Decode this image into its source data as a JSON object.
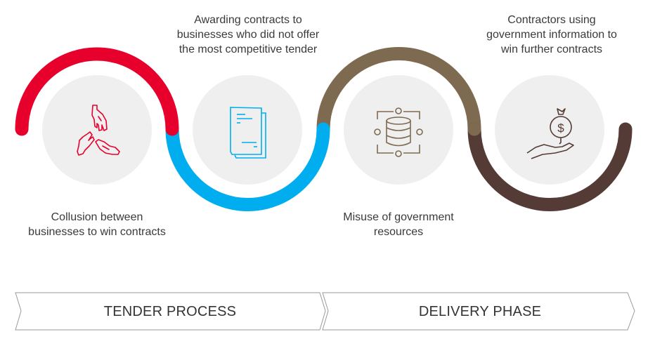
{
  "colors": {
    "red": "#e8002d",
    "blue": "#00aeef",
    "brown": "#7d6a50",
    "dark_brown": "#553b35",
    "circle_fill": "#efefef",
    "text": "#3a3a3a"
  },
  "steps": [
    {
      "id": "collusion",
      "icon": "hands-icon",
      "caption_lines": [
        "Collusion between",
        "businesses to win contracts"
      ],
      "caption_position": "bottom",
      "color_key": "red"
    },
    {
      "id": "awarding",
      "icon": "documents-icon",
      "caption_lines": [
        "Awarding contracts to",
        "businesses who did not offer",
        "the most competitive tender"
      ],
      "caption_position": "top",
      "color_key": "blue"
    },
    {
      "id": "misuse",
      "icon": "database-network-icon",
      "caption_lines": [
        "Misuse of government",
        "resources"
      ],
      "caption_position": "bottom",
      "color_key": "brown"
    },
    {
      "id": "contractors",
      "icon": "money-hand-icon",
      "caption_lines": [
        "Contractors using",
        "government information to",
        "win further contracts"
      ],
      "caption_position": "top",
      "color_key": "dark_brown"
    }
  ],
  "phases": [
    {
      "label": "TENDER PROCESS"
    },
    {
      "label": "DELIVERY PHASE"
    }
  ]
}
